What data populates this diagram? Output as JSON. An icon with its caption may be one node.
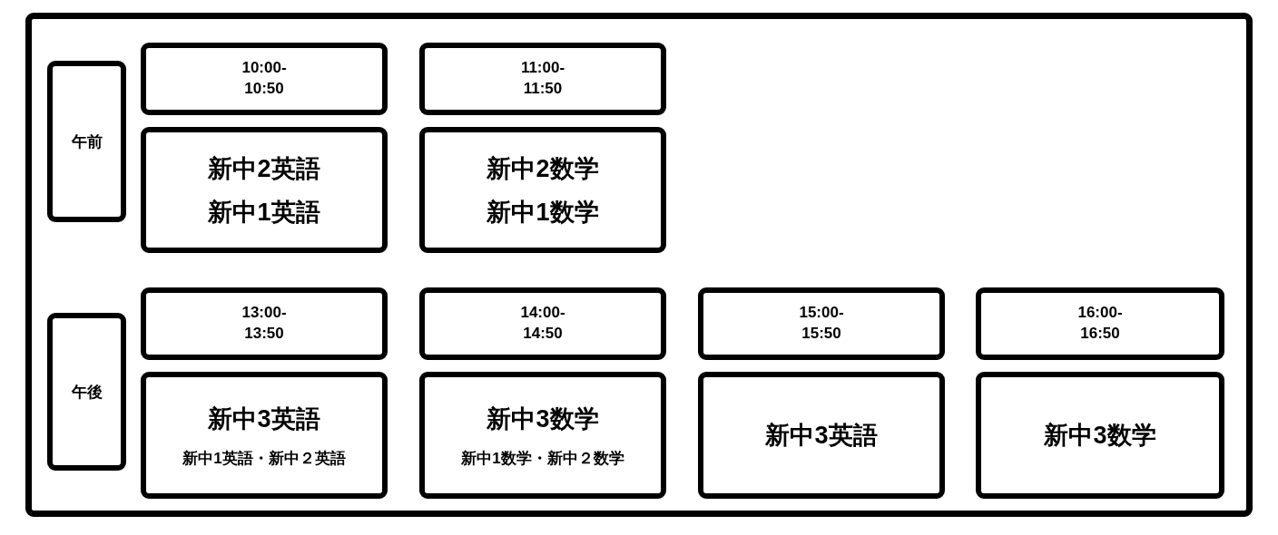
{
  "diagram": {
    "nodes": [
      {
        "text": [],
        "shape": "box"
      },
      {
        "text": [
          "午前"
        ],
        "in": 0
      },
      {
        "text": [
          "10:00- 10:50"
        ],
        "in": 0
      },
      {
        "text": [
          "11:00- 11:50"
        ],
        "in": 0
      },
      {
        "text": [
          "新中2英語",
          "新中1英語"
        ],
        "in": 0
      },
      {
        "text": [
          "新中2数学",
          "新中1数学"
        ],
        "in": 0
      },
      {
        "text": [
          "午後"
        ],
        "in": 0
      },
      {
        "text": [
          "13:00- 13:50"
        ],
        "in": 0
      },
      {
        "text": [
          "14:00- 14:50"
        ],
        "in": 0
      },
      {
        "text": [
          "15:00- 15:50"
        ],
        "in": 0
      },
      {
        "text": [
          "16:00- 16:50"
        ],
        "in": 0
      },
      {
        "text": [
          "新中3英語",
          "新中1英語・新中２英語"
        ],
        "in": 0
      },
      {
        "text": [
          "新中3数学",
          "新中1数学・新中２数学"
        ],
        "in": 0
      },
      {
        "text": [
          "新中3英語"
        ],
        "in": 0
      },
      {
        "text": [
          "新中3数学"
        ],
        "in": 0
      }
    ]
  }
}
